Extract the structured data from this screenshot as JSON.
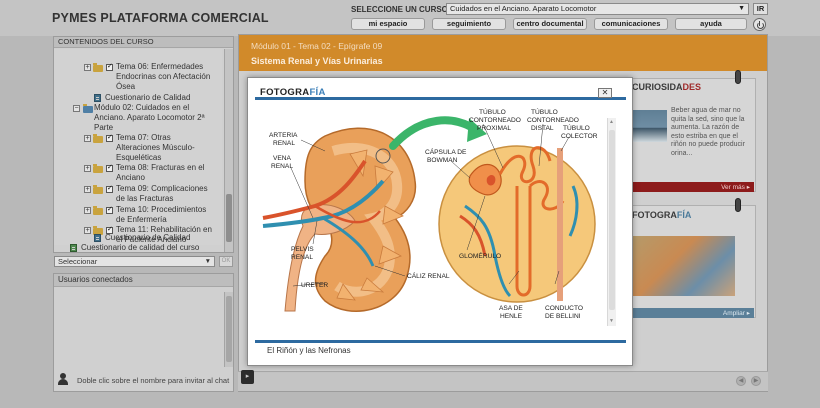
{
  "header": {
    "brand": "PYMES PLATAFORMA COMERCIAL",
    "course_label": "SELECCIONE UN CURSO:",
    "course_selected": "Cuidados en el Anciano. Aparato Locomotor",
    "ir_label": "IR",
    "nav": [
      "mi espacio",
      "seguimiento",
      "centro documental",
      "comunicaciones",
      "ayuda"
    ]
  },
  "sidebar": {
    "contents_title": "CONTENIDOS DEL CURSO",
    "tree": [
      {
        "label": "Tema 06: Enfermedades",
        "label2": "Endocrinas con Afectación",
        "label3": "Ósea"
      },
      {
        "label": "Cuestionario de Calidad"
      },
      {
        "label": "Módulo 02: Cuidados en el",
        "label2": "Anciano. Aparato Locomotor 2ª",
        "label3": "Parte"
      },
      {
        "label": "Tema 07: Otras",
        "label2": "Alteraciones Músculo-",
        "label3": "Esqueléticas"
      },
      {
        "label": "Tema 08: Fracturas en el",
        "label2": "Anciano"
      },
      {
        "label": "Tema 09: Complicaciones",
        "label2": "de las Fracturas"
      },
      {
        "label": "Tema 10: Procedimientos",
        "label2": "de Enfermería"
      },
      {
        "label": "Tema 11: Rehabilitación en",
        "label2": "el Paciente Anciano"
      },
      {
        "label": "Cuestionario de Calidad"
      },
      {
        "label": "Cuestionario de calidad del curso"
      }
    ],
    "select_placeholder": "Seleccionar",
    "ok_label": "OK",
    "users_title": "Usuarios conectados",
    "chat_hint": "Doble clic sobre el nombre para invitar al chat"
  },
  "main": {
    "breadcrumb": "Módulo 01 - Tema 02 - Epígrafe 09",
    "title": "Sistema Renal y Vías Urinarias"
  },
  "side": {
    "curio_title_a": "CURIOSIDA",
    "curio_title_b": "DES",
    "curio_text": "Beber agua de mar no quita la sed, sino que la aumenta. La razón de esto estriba en que el riñón no puede producir orina...",
    "ver_mas": "Ver más ▸",
    "foto_title_a": "FOTOGRA",
    "foto_title_b": "FÍA",
    "ampliar": "Ampliar ▸"
  },
  "modal": {
    "logo_a": "FOTOGRA",
    "logo_b": "FÍA",
    "close_label": "✕",
    "caption": "El Riñón y las Nefronas",
    "labels": {
      "arteria": "ARTERIA",
      "arteria2": "RENAL",
      "vena": "VENA",
      "vena2": "RENAL",
      "pelvis": "PELVIS",
      "pelvis2": "RENAL",
      "ureter": "URETER",
      "caliz": "CÁLIZ RENAL",
      "tprox1": "TÚBULO",
      "tprox2": "CONTORNEADO",
      "tprox3": "PROXIMAL",
      "tdist1": "TÚBULO",
      "tdist2": "CONTORNEADO",
      "tdist3": "DISTAL",
      "tcol1": "TÚBULO",
      "tcol2": "COLECTOR",
      "capsula1": "CÁPSULA DE",
      "capsula2": "BOWMAN",
      "glomerulo": "GLOMÉRULO",
      "asa1": "ASA DE",
      "asa2": "HENLE",
      "conducto1": "CONDUCTO",
      "conducto2": "DE BELLINI"
    }
  },
  "colors": {
    "accent_orange": "#d18a2a",
    "modal_blue": "#2d6aa0",
    "logo_blue": "#3b7fb8",
    "kidney_orange": "#e9a05a",
    "nephron_bg": "#f5c87a",
    "vein_blue": "#2f8fb0",
    "arrow_green": "#3bb56a"
  }
}
